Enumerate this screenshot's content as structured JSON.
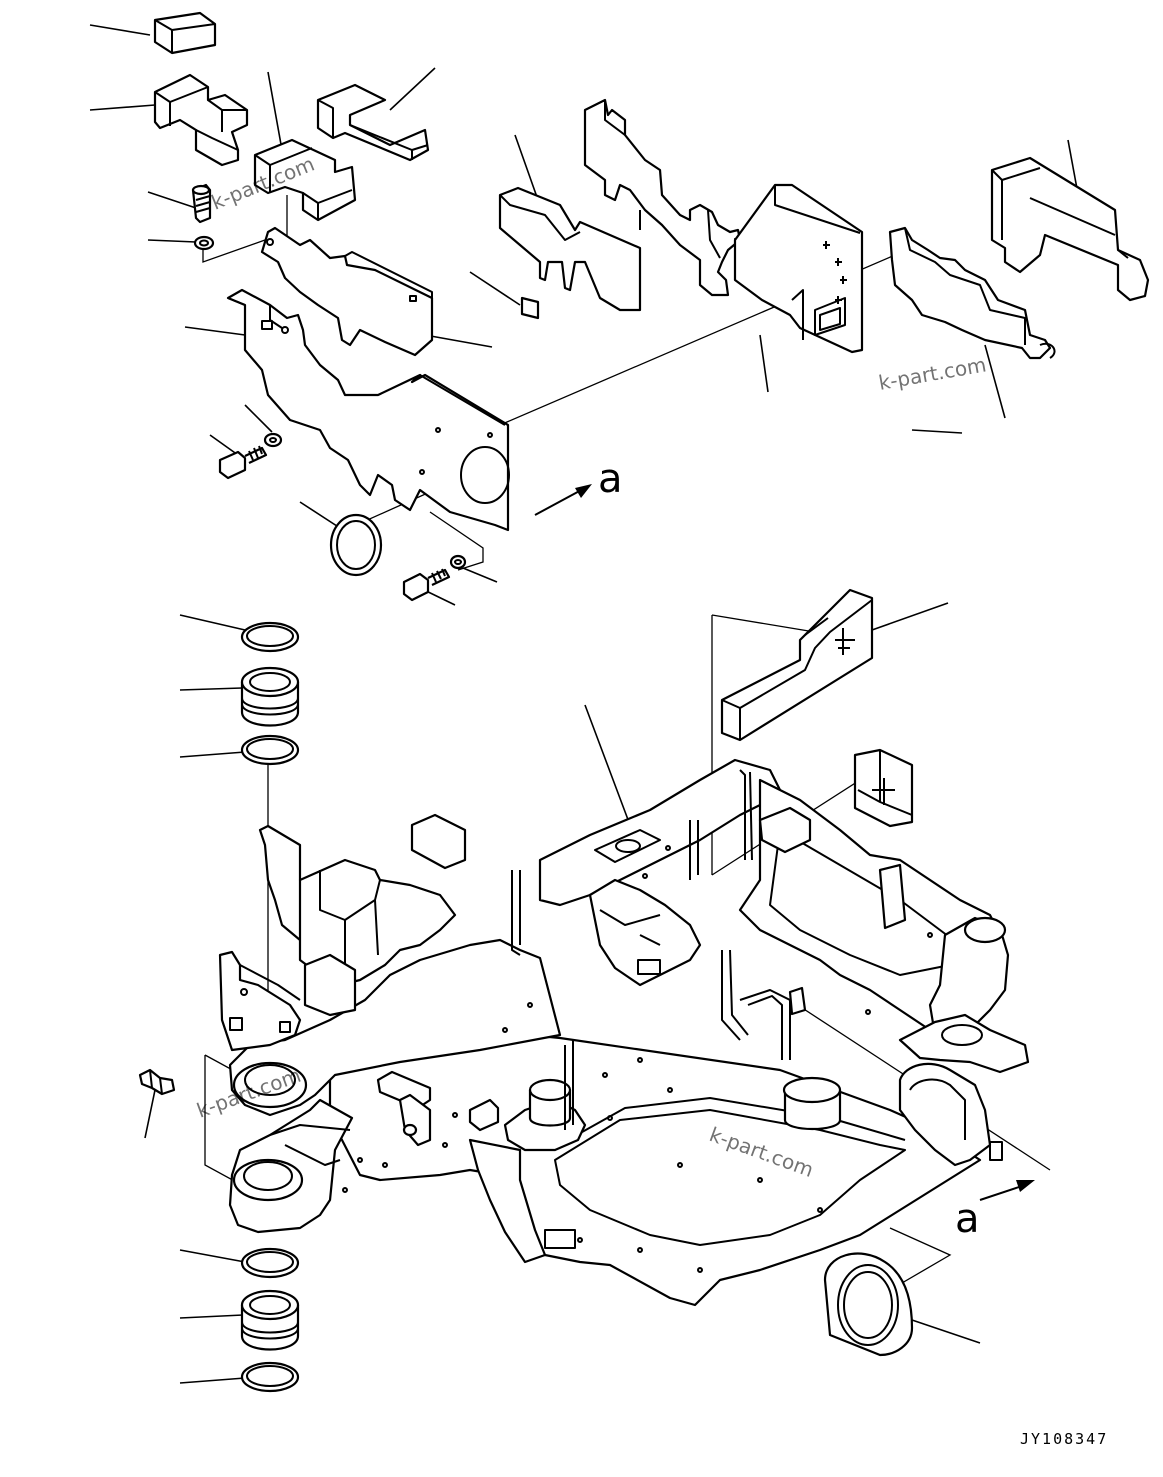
{
  "drawing": {
    "view_labels": {
      "top_arrow": "a",
      "bottom_arrow": "a"
    },
    "watermarks": [
      "k-part.com",
      "k-part.com",
      "k-part.com",
      "k-part.com"
    ],
    "drawing_code": "JY108347"
  }
}
